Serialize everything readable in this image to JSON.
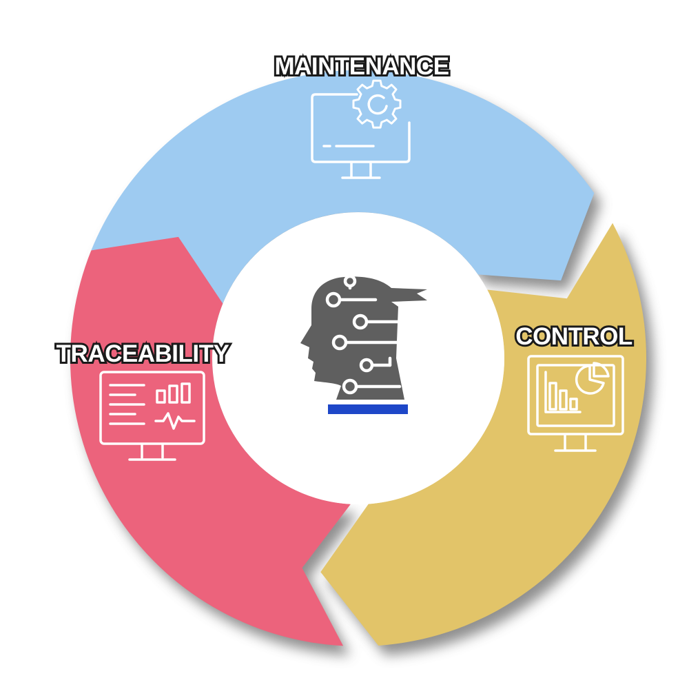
{
  "segments": [
    {
      "id": "maintenance",
      "label": "MAINTENANCE",
      "color": "#9ecbf1",
      "icon": "monitor-gear-icon"
    },
    {
      "id": "control",
      "label": "CONTROL",
      "color": "#e2c469",
      "icon": "monitor-chart-icon"
    },
    {
      "id": "traceability",
      "label": "TRACEABILITY",
      "color": "#ec637c",
      "icon": "monitor-dashboard-icon"
    }
  ],
  "center": {
    "icon": "ai-head-circuit-icon",
    "head_color": "#5f5f5f",
    "base_color": "#1e47c8"
  },
  "shadow_color": "#6b6b6b"
}
